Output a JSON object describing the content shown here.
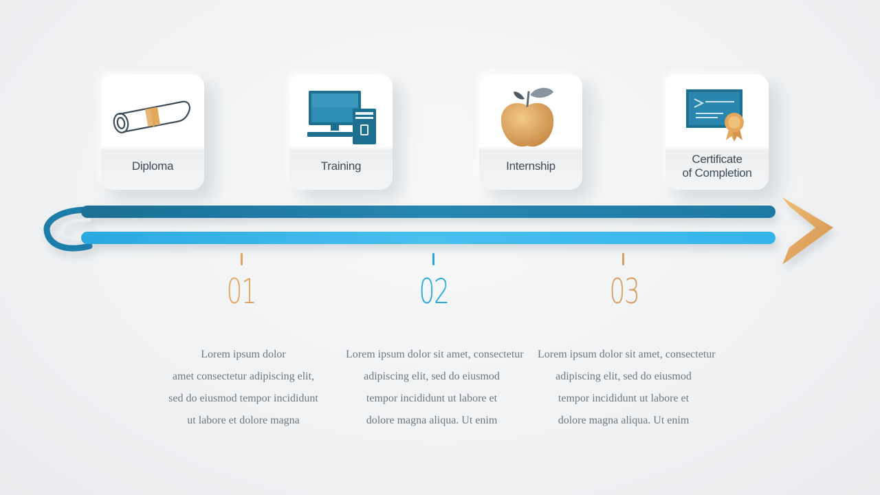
{
  "steps": [
    {
      "label": "Diploma",
      "icon": "diploma-scroll-icon",
      "number": "01",
      "number_color": "#e0a45c",
      "description": [
        "Lorem ipsum dolor",
        "amet consectetur adipiscing elit,",
        "sed do eiusmod tempor incididunt",
        "ut labore et dolore magna"
      ]
    },
    {
      "label": "Training",
      "icon": "computer-icon",
      "number": "02",
      "number_color": "#2aa7dd",
      "description": [
        "Lorem ipsum dolor sit amet, consectetur",
        "adipiscing elit, sed do eiusmod",
        "tempor incididunt ut labore et",
        "dolore magna aliqua. Ut enim"
      ]
    },
    {
      "label": "Internship",
      "icon": "apple-icon",
      "number": "03",
      "number_color": "#d99b5e",
      "description": [
        "Lorem ipsum dolor sit amet, consectetur",
        "adipiscing elit, sed do eiusmod",
        "tempor incididunt ut labore et",
        "dolore magna aliqua. Ut enim"
      ]
    },
    {
      "label_line1": "Certificate",
      "label_line2": "of Completion",
      "icon": "certificate-icon"
    }
  ],
  "colors": {
    "track_dark": "#1f7ea8",
    "track_light": "#3fb7e8",
    "arrow": "#e2a95f",
    "icon_dark": "#1d6f90",
    "icon_gold": "#e3a85c"
  }
}
